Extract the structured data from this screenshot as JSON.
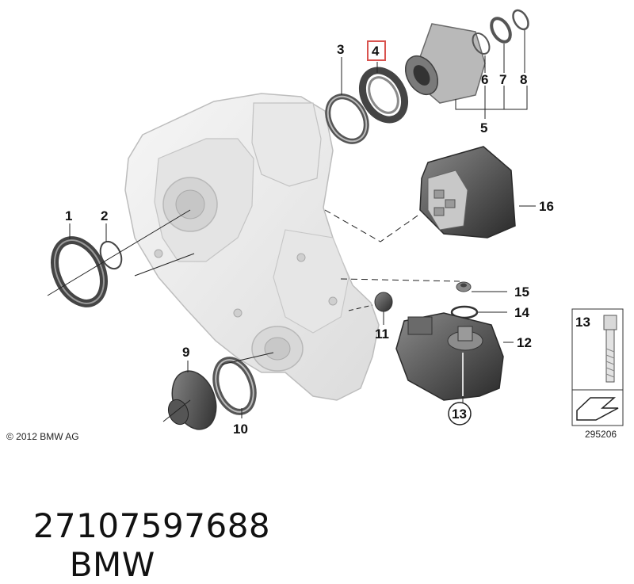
{
  "callouts": {
    "c1": "1",
    "c2": "2",
    "c3": "3",
    "c4": "4",
    "c5": "5",
    "c6": "6",
    "c7": "7",
    "c8": "8",
    "c9": "9",
    "c10": "10",
    "c11": "11",
    "c12": "12",
    "c13": "13",
    "c13b": "13",
    "c14": "14",
    "c15": "15",
    "c16": "16"
  },
  "highlighted_callout": "4",
  "copyright": "© 2012 BMW AG",
  "diagram_number": "295206",
  "footer": {
    "part_number": "27107597688",
    "brand": "BMW"
  },
  "colors": {
    "housing_fill": "#eeeeee",
    "part_dark": "#3a3a3a",
    "highlight_box": "#d9534f"
  }
}
